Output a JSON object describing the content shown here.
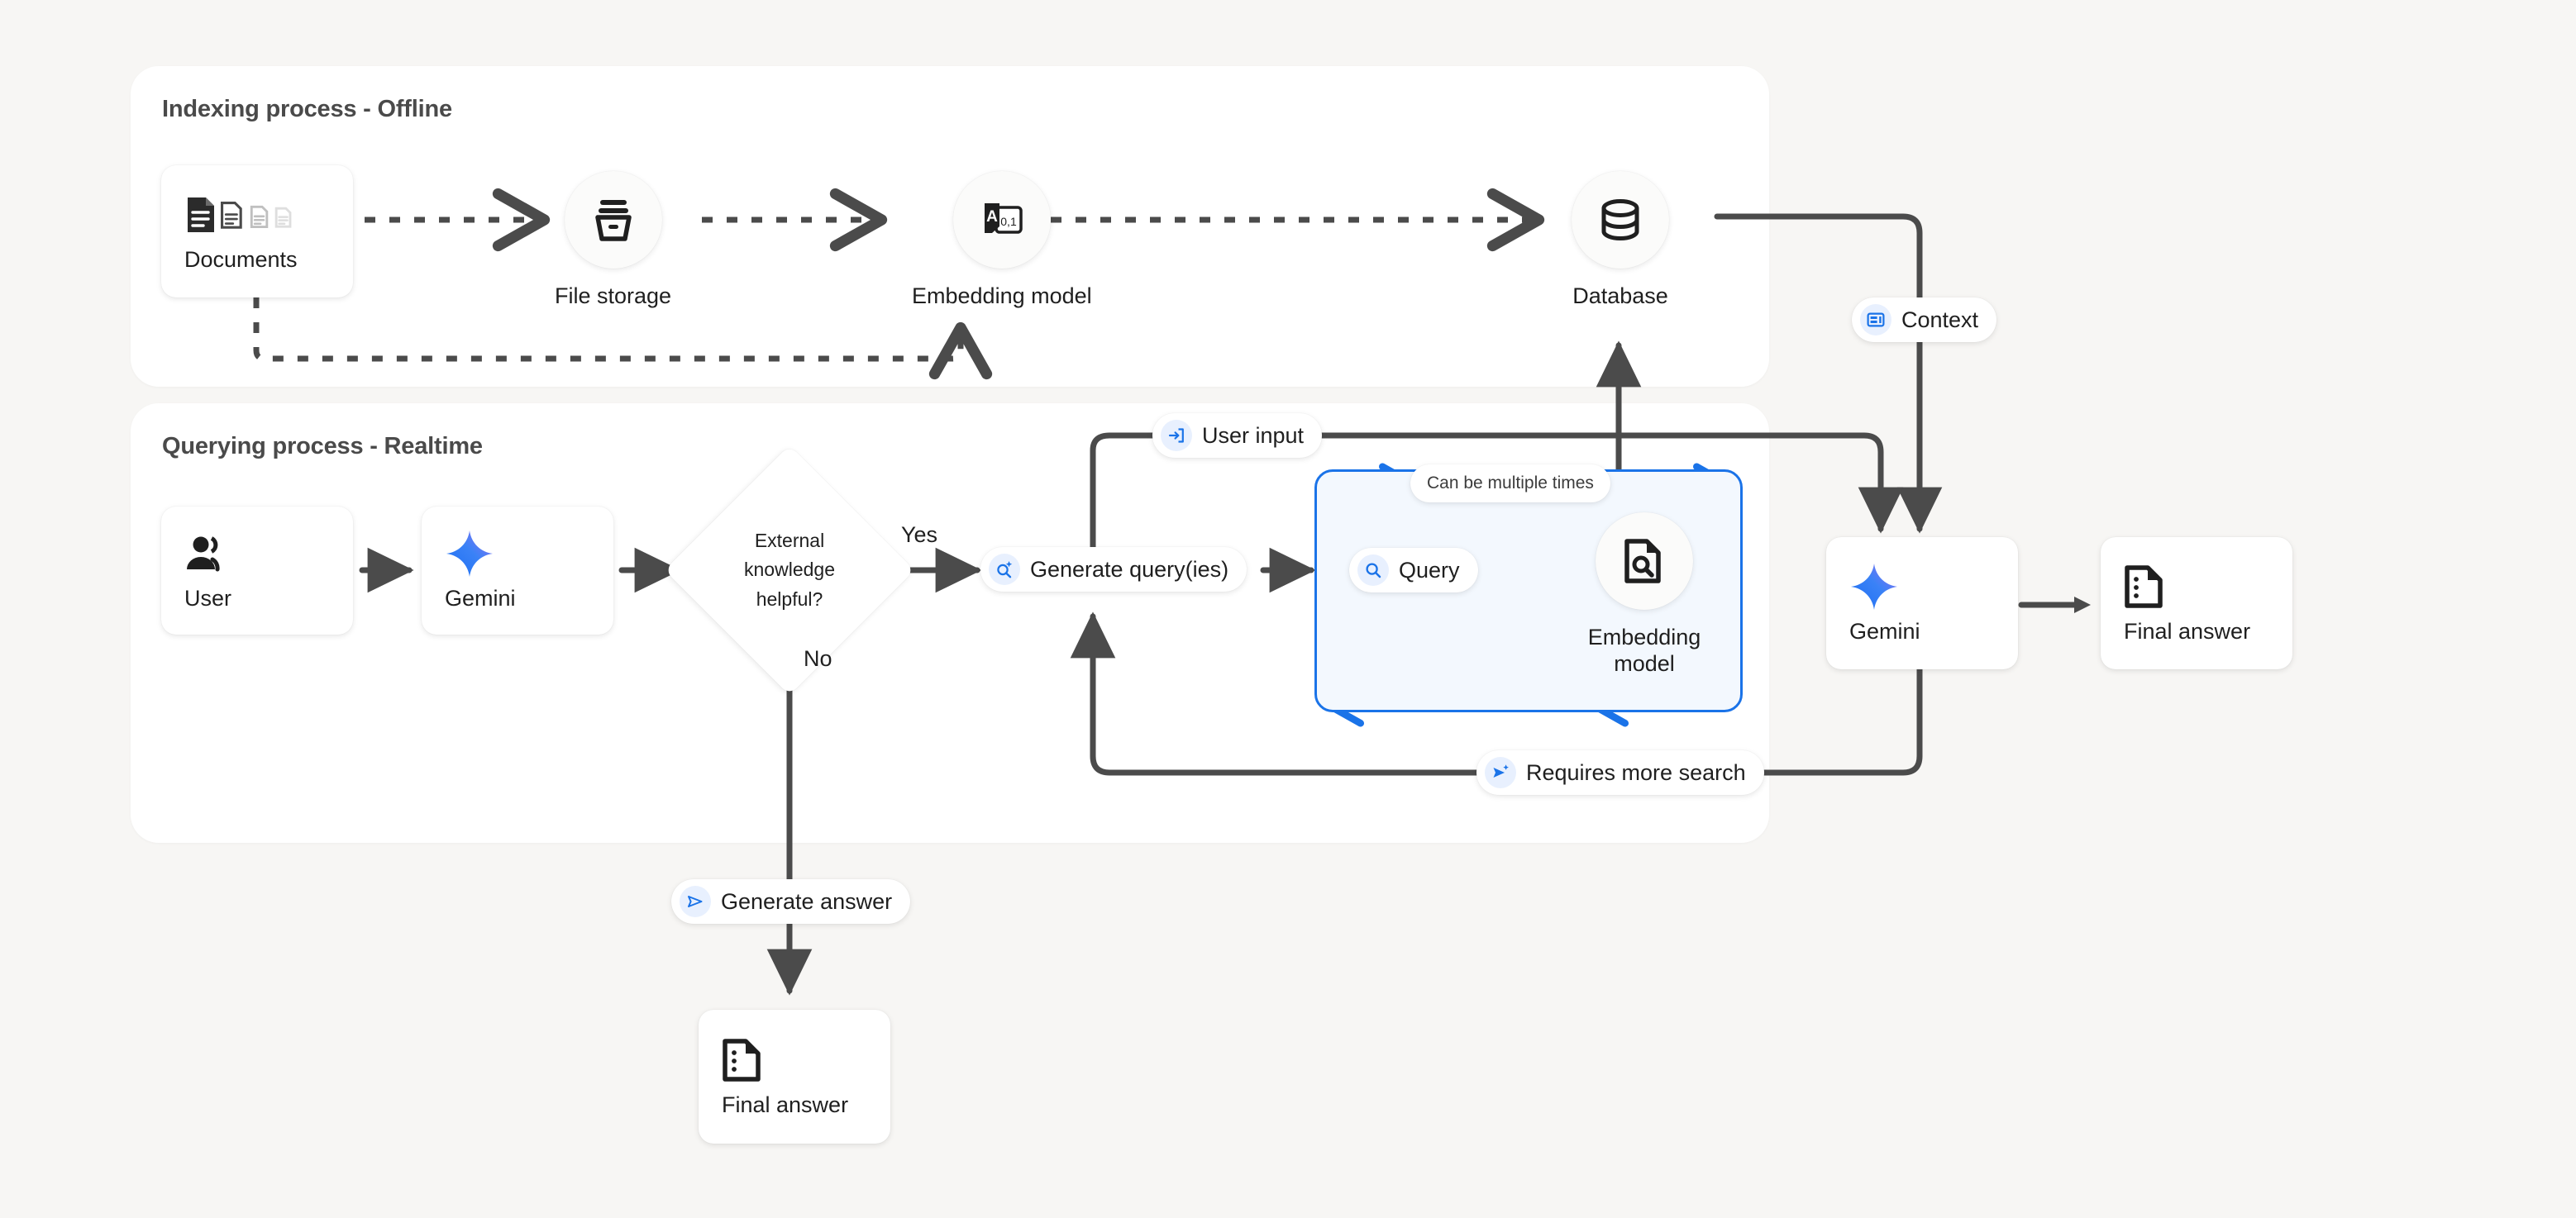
{
  "background_color": "#f7f6f4",
  "accent_blue": "#1a73e8",
  "panels": [
    {
      "id": "indexing",
      "title": "Indexing process - Offline"
    },
    {
      "id": "querying",
      "title": "Querying process - Realtime"
    }
  ],
  "indexing": {
    "documents": {
      "label": "Documents",
      "icon": "documents-icon"
    },
    "file_storage": {
      "label": "File storage",
      "icon": "file-storage-icon"
    },
    "embedding_model": {
      "label": "Embedding model",
      "icon": "embedding-model-icon"
    },
    "database": {
      "label": "Database",
      "icon": "database-icon"
    }
  },
  "querying": {
    "user": {
      "label": "User",
      "icon": "user-group-icon"
    },
    "gemini_left": {
      "label": "Gemini",
      "icon": "gemini-sparkle-icon"
    },
    "decision": {
      "line1": "External",
      "line2": "knowledge",
      "line3": "helpful?",
      "yes_label": "Yes",
      "no_label": "No"
    },
    "generate_queries": {
      "label": "Generate query(ies)",
      "icon": "search-sparkle-icon"
    },
    "query": {
      "label": "Query",
      "icon": "search-icon"
    },
    "embedding_model": {
      "label": "Embedding model",
      "icon": "document-search-icon"
    },
    "loop_note": {
      "label": "Can be multiple times"
    },
    "gemini_right": {
      "label": "Gemini",
      "icon": "gemini-sparkle-icon"
    },
    "final_answer_right": {
      "label": "Final answer",
      "icon": "answer-document-icon"
    },
    "final_answer_bottom": {
      "label": "Final answer",
      "icon": "answer-document-icon"
    }
  },
  "edge_labels": {
    "context": {
      "label": "Context",
      "icon": "context-card-icon"
    },
    "user_input": {
      "label": "User input",
      "icon": "login-arrow-icon"
    },
    "requires_more_search": {
      "label": "Requires more search",
      "icon": "send-sparkle-icon"
    },
    "generate_answer": {
      "label": "Generate answer",
      "icon": "send-icon"
    }
  }
}
